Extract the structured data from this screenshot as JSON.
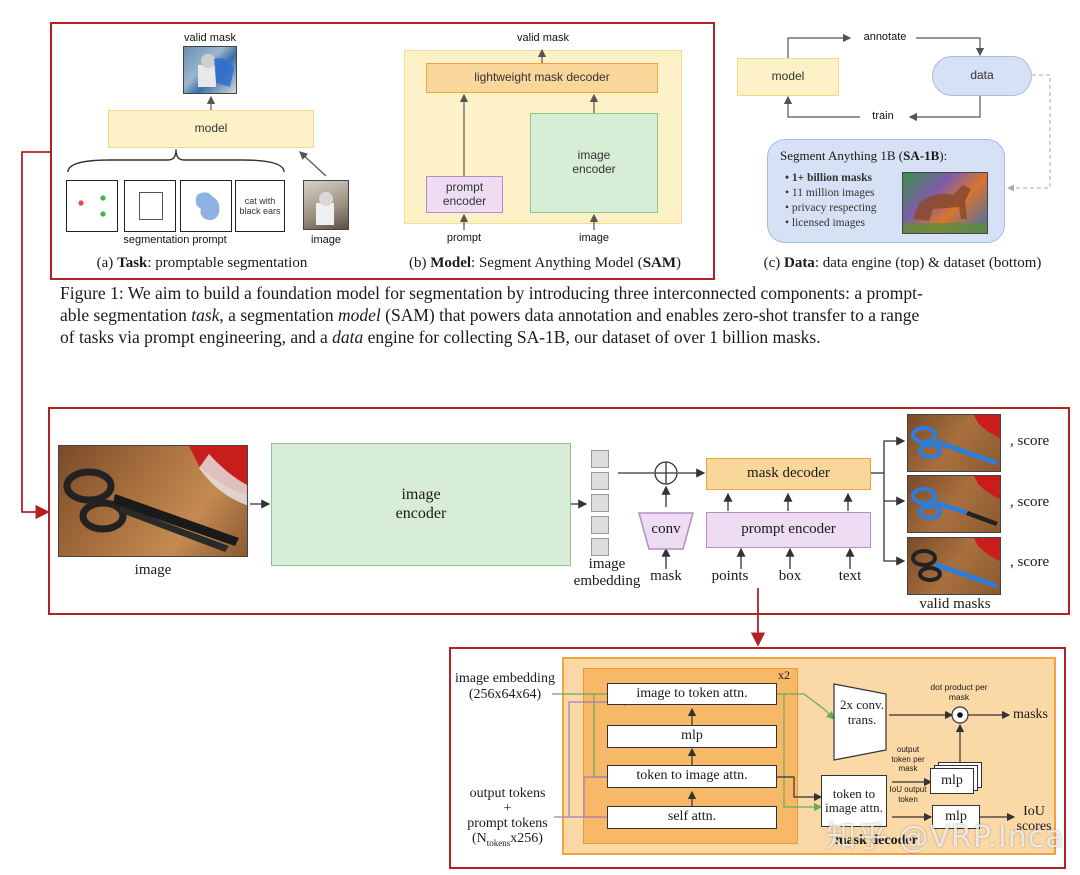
{
  "top": {
    "task": {
      "valid_mask": "valid mask",
      "model": "model",
      "prompt_4": "cat with black ears",
      "seg_prompt": "segmentation prompt",
      "image": "image",
      "caption_prefix": "(a) ",
      "caption_bold": "Task",
      "caption_rest": ": promptable segmentation"
    },
    "model_panel": {
      "valid_mask": "valid mask",
      "decoder": "lightweight mask decoder",
      "image_encoder": "image encoder",
      "prompt_encoder": "prompt encoder",
      "prompt": "prompt",
      "image": "image",
      "caption_prefix": "(b) ",
      "caption_bold": "Model",
      "caption_mid": ": Segment Anything Model (",
      "caption_bold2": "SAM",
      "caption_end": ")"
    },
    "data_panel": {
      "annotate": "annotate",
      "model": "model",
      "data": "data",
      "train": "train",
      "sa_title_pre": "Segment Anything 1B (",
      "sa_title_bold": "SA-1B",
      "sa_title_post": "):",
      "bullets": [
        "1+ billion masks",
        "11 million images",
        "privacy respecting",
        "licensed images"
      ],
      "caption_prefix": "(c) ",
      "caption_bold": "Data",
      "caption_rest": ": data engine (top) & dataset (bottom)"
    },
    "figure_caption": {
      "line1_a": "Figure 1: We aim to build a foundation model for segmentation by introducing three interconnected components: a prompt-",
      "line2_a": "able segmentation ",
      "line2_task": "task",
      "line2_b": ", a segmentation ",
      "line2_model": "model",
      "line2_c": " (SAM) that powers data annotation and enables zero-shot transfer to a range",
      "line3_a": "of tasks via prompt engineering, and a ",
      "line3_data": "data",
      "line3_b": " engine for collecting SA-1B, our dataset of over 1 billion masks."
    }
  },
  "middle": {
    "image_label": "image",
    "image_encoder": "image encoder",
    "embedding_label": "image embedding",
    "conv": "conv",
    "mask_decoder": "mask decoder",
    "prompt_encoder": "prompt encoder",
    "mask": "mask",
    "points": "points",
    "box": "box",
    "text": "text",
    "score": ", score",
    "valid_masks": "valid masks"
  },
  "bottom": {
    "embedding_in": "image embedding (256x64x64)",
    "tokens_in_1": "output tokens",
    "tokens_in_plus": "+",
    "tokens_in_2": "prompt tokens",
    "tokens_in_3a": "(N",
    "tokens_in_sub": "tokens",
    "tokens_in_3b": "x256)",
    "x2": "x2",
    "img_to_tok": "image to token attn.",
    "mlp": "mlp",
    "tok_to_img": "token to image attn.",
    "self_attn": "self attn.",
    "conv_trans": "2x conv. trans.",
    "tok_to_img2": "token to image attn.",
    "dot_product": "dot product per mask",
    "masks": "masks",
    "out_token": "output token per mask",
    "mlp2": "mlp",
    "iou_token": "IoU output token",
    "mlp3": "mlp",
    "iou_score": "IoU scores",
    "mask_decoder": "mask decoder"
  },
  "watermark": "知乎 @VRP.Inca",
  "colors": {
    "red": "#b22222",
    "yellow_fill": "#fdf1c7",
    "orange": "#f5a93b",
    "green_fill": "#d8edd6",
    "green_border": "#8dc58a",
    "purple_fill": "#eddcf2",
    "purple_border": "#b58cc4",
    "blue_fill": "#d6e1f5"
  }
}
